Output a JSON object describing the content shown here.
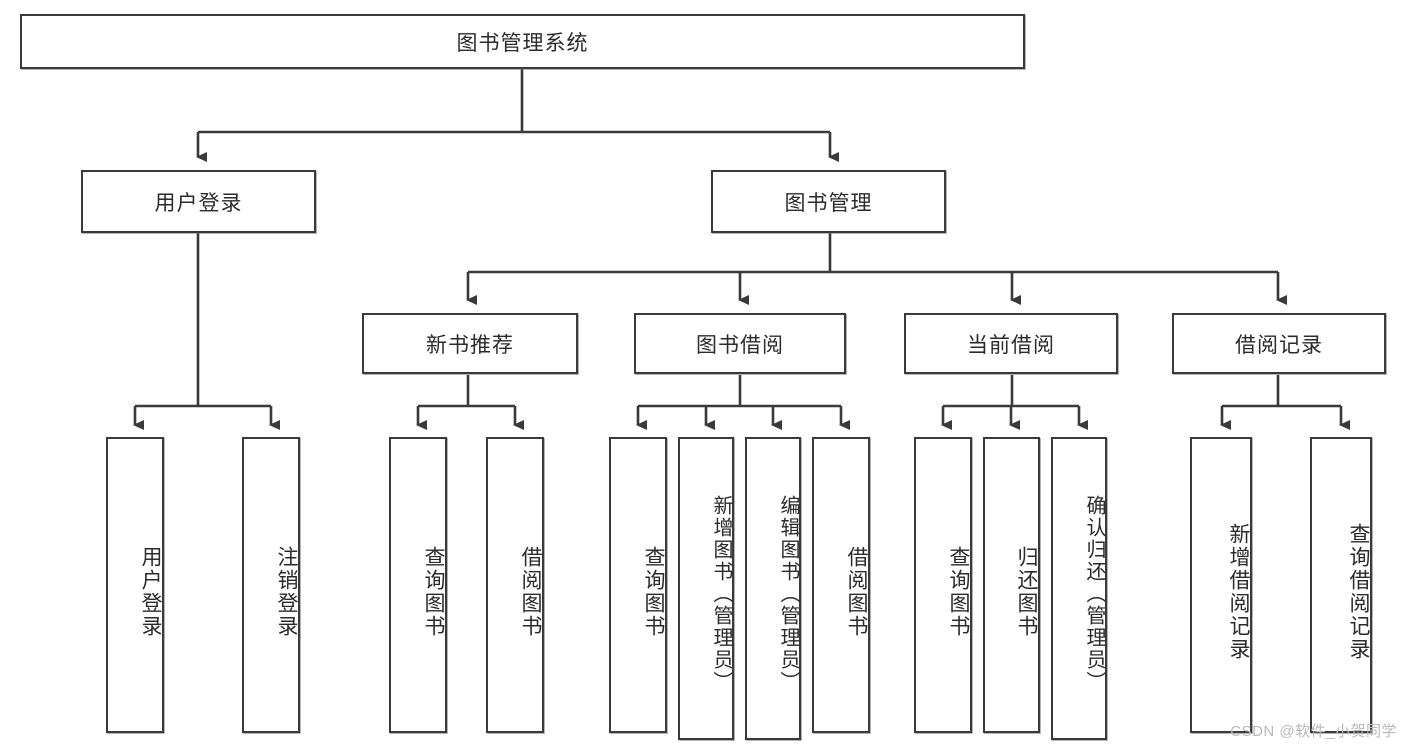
{
  "diagram": {
    "title": "图书管理系统",
    "watermark": "CSDN @软件_小贺同学",
    "colors": {
      "stroke": "#3a3a3a",
      "fill": "#ffffff",
      "text": "#2b2b2b",
      "watermark": "#b9b9b9"
    },
    "levels": {
      "root": {
        "label": "图书管理系统"
      },
      "level2": [
        {
          "label": "用户登录"
        },
        {
          "label": "图书管理"
        }
      ],
      "level3": [
        {
          "label": "新书推荐"
        },
        {
          "label": "图书借阅"
        },
        {
          "label": "当前借阅"
        },
        {
          "label": "借阅记录"
        }
      ],
      "leaves": {
        "user_login": [
          {
            "label": "用户登录"
          },
          {
            "label": "注销登录"
          }
        ],
        "new_book_recommend": [
          {
            "label": "查询图书"
          },
          {
            "label": "借阅图书"
          }
        ],
        "book_borrow": [
          {
            "label": "查询图书"
          },
          {
            "label": "新增图书（管理员）"
          },
          {
            "label": "编辑图书（管理员）"
          },
          {
            "label": "借阅图书"
          }
        ],
        "current_borrow": [
          {
            "label": "查询图书"
          },
          {
            "label": "归还图书"
          },
          {
            "label": "确认归还（管理员）"
          }
        ],
        "borrow_records": [
          {
            "label": "新增借阅记录"
          },
          {
            "label": "查询借阅记录"
          }
        ]
      }
    }
  }
}
